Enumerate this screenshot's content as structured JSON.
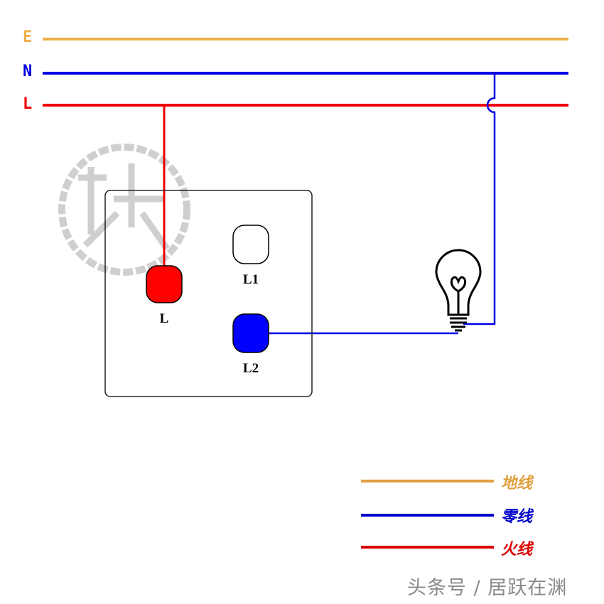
{
  "buses": [
    {
      "label": "E",
      "color": "#f0b04a"
    },
    {
      "label": "N",
      "color": "#0000e6"
    },
    {
      "label": "L",
      "color": "#ee0000"
    }
  ],
  "switch": {
    "terminals": [
      {
        "label": "L",
        "color": "#ff0000"
      },
      {
        "label": "L1",
        "color": "#ffffff"
      },
      {
        "label": "L2",
        "color": "#0000ff"
      }
    ]
  },
  "legend": [
    {
      "label": "地线",
      "color": "#e0a040"
    },
    {
      "label": "零线",
      "color": "#0000cc"
    },
    {
      "label": "火线",
      "color": "#dd0000"
    }
  ],
  "credit": "头条号 / 居跃在渊"
}
